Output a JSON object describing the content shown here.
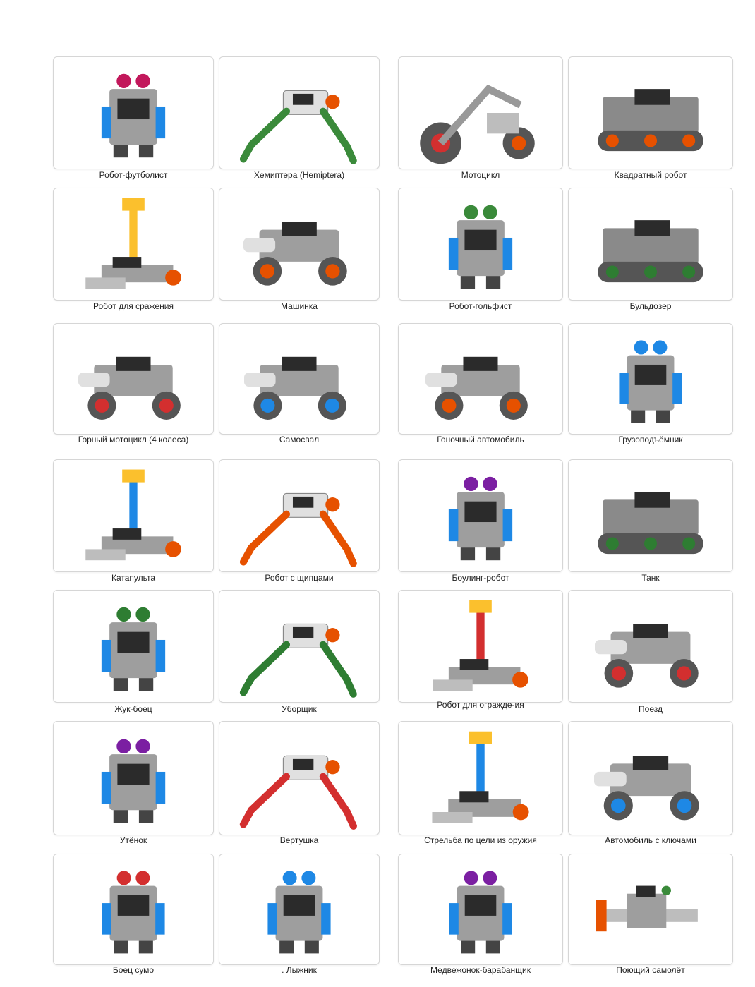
{
  "gallery": {
    "items": [
      {
        "id": "futbolist",
        "label": "Робот-футболист",
        "kind": "robot",
        "accent": "#c2185b"
      },
      {
        "id": "hemiptera",
        "label": "Хемиптера (Hemiptera)",
        "kind": "insect",
        "accent": "#3a8a3a"
      },
      {
        "id": "motocikl",
        "label": "Мотоцикл",
        "kind": "bike",
        "accent": "#d32f2f"
      },
      {
        "id": "kvadrat",
        "label": "Квадратный робот",
        "kind": "tracks",
        "accent": "#e65100"
      },
      {
        "id": "srazhenie",
        "label": "Робот для сражения",
        "kind": "pole",
        "accent": "#fbc02d"
      },
      {
        "id": "mashinka",
        "label": "Машинка",
        "kind": "car",
        "accent": "#e65100"
      },
      {
        "id": "golf",
        "label": "Робот-гольфист",
        "kind": "robot",
        "accent": "#3a8a3a"
      },
      {
        "id": "buldozer",
        "label": "Бульдозер",
        "kind": "tracks",
        "accent": "#2e7d32"
      },
      {
        "id": "gorny",
        "label": "Горный мотоцикл (4 колеса)",
        "kind": "car",
        "accent": "#d32f2f"
      },
      {
        "id": "samosval",
        "label": "Самосвал",
        "kind": "car",
        "accent": "#1e88e5"
      },
      {
        "id": "gonochny",
        "label": "Гоночный автомобиль",
        "kind": "car",
        "accent": "#e65100"
      },
      {
        "id": "gruz",
        "label": "Грузоподъёмник",
        "kind": "robot",
        "accent": "#1e88e5"
      },
      {
        "id": "katapulta",
        "label": "Катапульта",
        "kind": "pole",
        "accent": "#1e88e5"
      },
      {
        "id": "shipcy",
        "label": "Робот с щипцами",
        "kind": "insect",
        "accent": "#e65100"
      },
      {
        "id": "bouling",
        "label": "Боулинг-робот",
        "kind": "robot",
        "accent": "#7b1fa2"
      },
      {
        "id": "tank",
        "label": "Танк",
        "kind": "tracks",
        "accent": "#2e7d32"
      },
      {
        "id": "zhuk",
        "label": "Жук-боец",
        "kind": "robot",
        "accent": "#2e7d32"
      },
      {
        "id": "uborshik",
        "label": "Уборщик",
        "kind": "insect",
        "accent": "#2e7d32"
      },
      {
        "id": "ograzhdenie",
        "label": "Робот для огражде-ия",
        "kind": "pole",
        "accent": "#d32f2f"
      },
      {
        "id": "poezd",
        "label": "Поезд",
        "kind": "car",
        "accent": "#d32f2f"
      },
      {
        "id": "utenok",
        "label": "Утёнок",
        "kind": "robot",
        "accent": "#7b1fa2"
      },
      {
        "id": "vertushka",
        "label": "Вертушка",
        "kind": "insect",
        "accent": "#d32f2f"
      },
      {
        "id": "strelba",
        "label": "Стрельба по цели из оружия",
        "kind": "pole",
        "accent": "#1e88e5"
      },
      {
        "id": "klyuchi",
        "label": "Автомобиль с ключами",
        "kind": "car",
        "accent": "#1e88e5"
      },
      {
        "id": "sumo",
        "label": "Боец сумо",
        "kind": "robot",
        "accent": "#d32f2f"
      },
      {
        "id": "lyzhnik",
        "label": ". Лыжник",
        "kind": "robot",
        "accent": "#1e88e5"
      },
      {
        "id": "medvezhonok",
        "label": "Медвежонок-барабанщик",
        "kind": "robot",
        "accent": "#7b1fa2"
      },
      {
        "id": "samolet",
        "label": "Поющий самолёт",
        "kind": "plane",
        "accent": "#e65100"
      }
    ]
  }
}
